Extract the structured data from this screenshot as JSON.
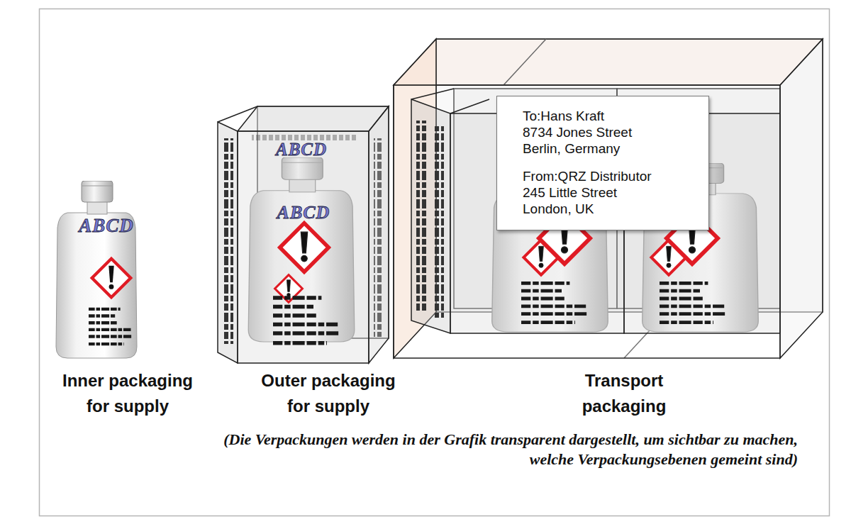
{
  "diagram": {
    "caption": "(Die Verpackungen werden in der Grafik transparent dargestellt, um sichtbar zu machen, welche Verpackungsebenen gemeint sind)",
    "nodes": [
      {
        "text": [
          "To:Hans Kraft",
          "8734 Jones Street",
          "Berlin, Germany",
          "From:QRZ Distributor",
          "245 Little Street",
          "London, UK"
        ]
      }
    ],
    "labels": [
      "ABCD",
      "ABCD",
      "ABCD",
      "Inner packaging for supply",
      "Outer packaging for supply",
      "Transport packaging"
    ]
  }
}
